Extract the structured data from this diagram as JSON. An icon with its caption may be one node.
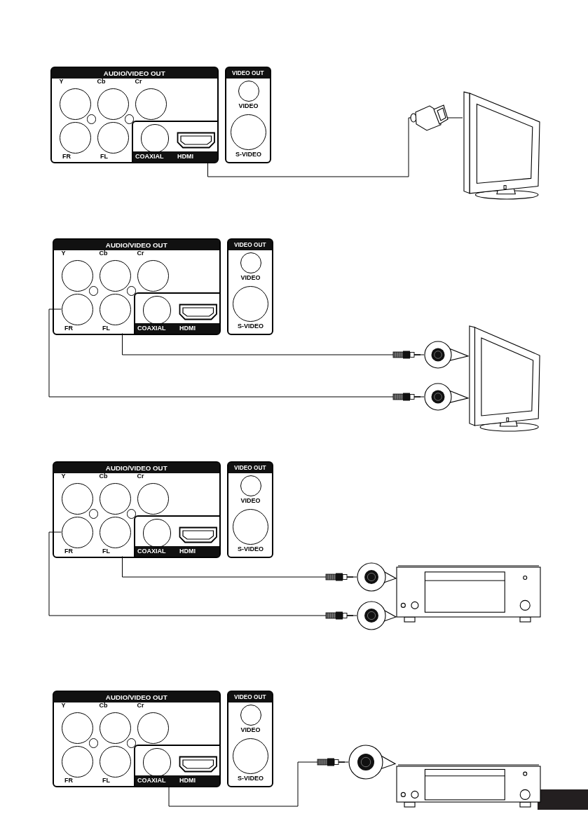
{
  "diagram": {
    "nodes": [
      {
        "text": [
          "AUDIO/VIDEO OUT"
        ]
      },
      {
        "text": [
          "Y"
        ],
        "in": 0
      },
      {
        "text": [
          "Cb"
        ],
        "in": 0
      },
      {
        "text": [
          "Cr"
        ],
        "in": 0
      },
      {
        "text": [
          "FR"
        ],
        "in": 0
      },
      {
        "text": [
          "FL"
        ],
        "in": 0
      },
      {
        "text": [
          "COAXIAL"
        ],
        "in": 0
      },
      {
        "text": [
          "HDMI"
        ],
        "in": 0
      },
      {
        "text": [
          "VIDEO OUT"
        ]
      },
      {
        "text": [
          "VIDEO"
        ],
        "in": 8
      },
      {
        "text": [
          "S-VIDEO"
        ],
        "in": 8
      },
      {
        "text": [],
        "shape": "tv"
      },
      {
        "text": [
          "AUDIO/VIDEO OUT"
        ]
      },
      {
        "text": [
          "Y"
        ],
        "in": 12
      },
      {
        "text": [
          "Cb"
        ],
        "in": 12
      },
      {
        "text": [
          "Cr"
        ],
        "in": 12
      },
      {
        "text": [
          "FR"
        ],
        "in": 12
      },
      {
        "text": [
          "FL"
        ],
        "in": 12
      },
      {
        "text": [
          "COAXIAL"
        ],
        "in": 12
      },
      {
        "text": [
          "HDMI"
        ],
        "in": 12
      },
      {
        "text": [
          "VIDEO OUT"
        ]
      },
      {
        "text": [
          "VIDEO"
        ],
        "in": 20
      },
      {
        "text": [
          "S-VIDEO"
        ],
        "in": 20
      },
      {
        "text": [],
        "shape": "circle"
      },
      {
        "text": [],
        "shape": "circle"
      },
      {
        "text": [],
        "shape": "tv"
      },
      {
        "text": [
          "AUDIO/VIDEO OUT"
        ]
      },
      {
        "text": [
          "Y"
        ],
        "in": 26
      },
      {
        "text": [
          "Cb"
        ],
        "in": 26
      },
      {
        "text": [
          "Cr"
        ],
        "in": 26
      },
      {
        "text": [
          "FR"
        ],
        "in": 26
      },
      {
        "text": [
          "FL"
        ],
        "in": 26
      },
      {
        "text": [
          "COAXIAL"
        ],
        "in": 26
      },
      {
        "text": [
          "HDMI"
        ],
        "in": 26
      },
      {
        "text": [
          "VIDEO OUT"
        ]
      },
      {
        "text": [
          "VIDEO"
        ],
        "in": 34
      },
      {
        "text": [
          "S-VIDEO"
        ],
        "in": 34
      },
      {
        "text": [],
        "shape": "circle"
      },
      {
        "text": [],
        "shape": "circle"
      },
      {
        "text": [],
        "shape": "amplifier"
      },
      {
        "text": [
          "AUDIO/VIDEO OUT"
        ]
      },
      {
        "text": [
          "Y"
        ],
        "in": 40
      },
      {
        "text": [
          "Cb"
        ],
        "in": 40
      },
      {
        "text": [
          "Cr"
        ],
        "in": 40
      },
      {
        "text": [
          "FR"
        ],
        "in": 40
      },
      {
        "text": [
          "FL"
        ],
        "in": 40
      },
      {
        "text": [
          "COAXIAL"
        ],
        "in": 40
      },
      {
        "text": [
          "HDMI"
        ],
        "in": 40
      },
      {
        "text": [
          "VIDEO OUT"
        ]
      },
      {
        "text": [
          "VIDEO"
        ],
        "in": 48
      },
      {
        "text": [
          "S-VIDEO"
        ],
        "in": 48
      },
      {
        "text": [],
        "shape": "circle"
      },
      {
        "text": [],
        "shape": "amplifier"
      }
    ],
    "edges": [
      {
        "from": 7,
        "to": 11,
        "arrow": "none"
      },
      {
        "from": 17,
        "to": 23,
        "arrow": "none"
      },
      {
        "from": 16,
        "to": 24,
        "arrow": "none"
      },
      {
        "from": 31,
        "to": 37,
        "arrow": "none"
      },
      {
        "from": 30,
        "to": 38,
        "arrow": "none"
      },
      {
        "from": 46,
        "to": 51,
        "arrow": "none"
      }
    ]
  }
}
